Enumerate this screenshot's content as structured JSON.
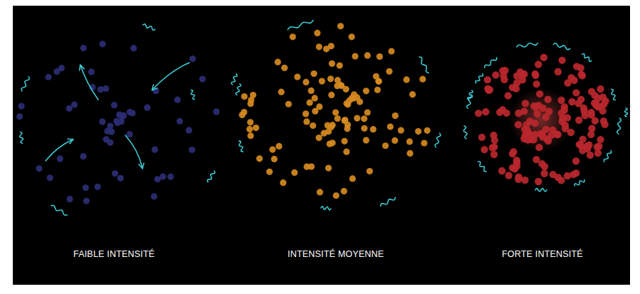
{
  "diagram": {
    "labels": [
      "FAIBLE INTENSITÉ",
      "INTENSITÉ MOYENNE",
      "FORTE INTENSITÉ"
    ]
  }
}
